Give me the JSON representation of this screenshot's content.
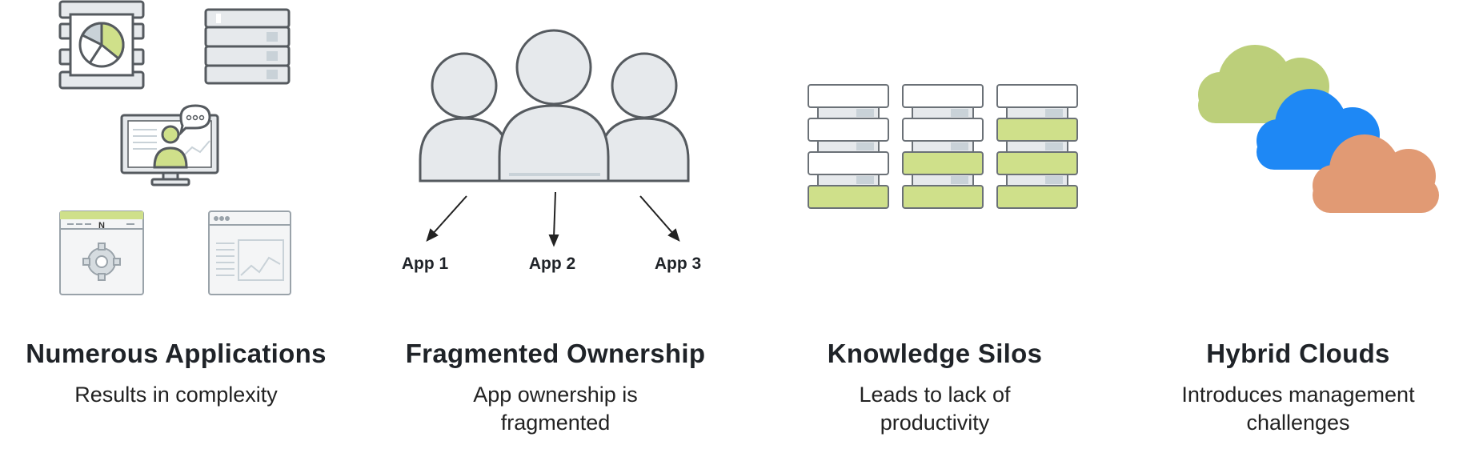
{
  "columns": [
    {
      "title": "Numerous Applications",
      "subtitle": "Results in complexity"
    },
    {
      "title": "Fragmented Ownership",
      "subtitle": "App ownership is fragmented",
      "apps": [
        "App 1",
        "App 2",
        "App 3"
      ]
    },
    {
      "title": "Knowledge Silos",
      "subtitle": "Leads to lack of productivity"
    },
    {
      "title": "Hybrid Clouds",
      "subtitle": "Introduces management challenges"
    }
  ],
  "browser_logo_letter": "N",
  "colors": {
    "green": "#cfe08a",
    "gray_light": "#e6e9ec",
    "gray_mid": "#c9d2d8",
    "outline": "#555a5f",
    "cloud_green": "#bccf7a",
    "cloud_blue": "#1e88f5",
    "cloud_orange": "#e19a74"
  },
  "icons": [
    "pie-chart-document-icon",
    "database-icon",
    "monitor-user-icon",
    "browser-settings-icon",
    "browser-chart-icon",
    "people-group-icon",
    "arrow-icon",
    "storage-stack-icon",
    "cloud-icon"
  ]
}
